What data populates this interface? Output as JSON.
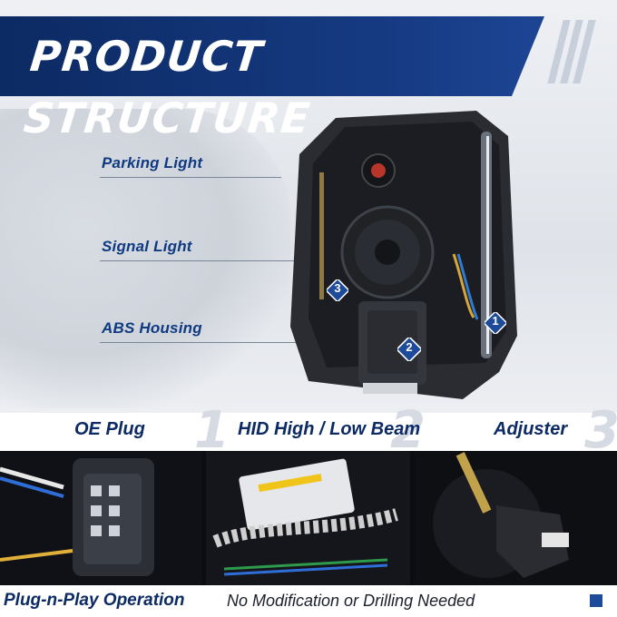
{
  "banner": {
    "title": "PRODUCT STRUCTURE"
  },
  "callouts": {
    "parking_light": "Parking Light",
    "signal_light": "Signal Light",
    "abs_housing": "ABS Housing"
  },
  "markers": [
    "1",
    "2",
    "3"
  ],
  "features": [
    {
      "label": "OE Plug",
      "number": "1"
    },
    {
      "label": "HID High / Low Beam",
      "number": "2"
    },
    {
      "label": "Adjuster",
      "number": "3"
    }
  ],
  "footer": {
    "left": "Plug-n-Play Operation",
    "right": "No Modification or Drilling Needed"
  },
  "colors": {
    "brand": "#163a82",
    "accent": "#1e4a9a",
    "dark": "#0b0d12"
  }
}
